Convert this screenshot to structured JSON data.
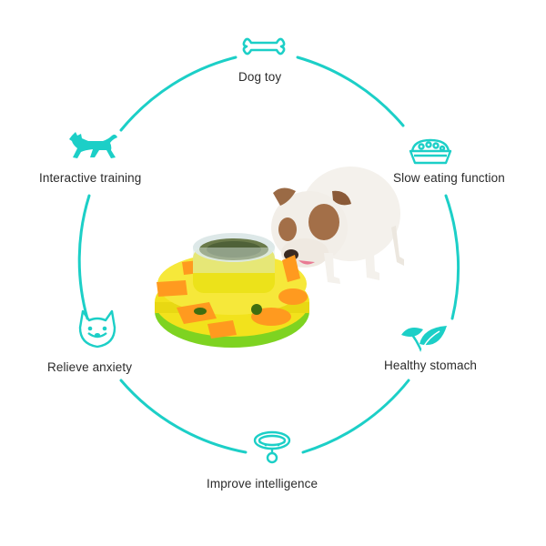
{
  "accent_color": "#1ccfc7",
  "features": {
    "top": {
      "label": "Dog toy",
      "icon": "bone-icon"
    },
    "upper_right": {
      "label": "Slow eating function",
      "icon": "food-bowl-icon"
    },
    "lower_right": {
      "label": "Healthy stomach",
      "icon": "leaves-icon"
    },
    "bottom": {
      "label": "Improve intelligence",
      "icon": "collar-icon"
    },
    "lower_left": {
      "label": "Relieve anxiety",
      "icon": "dog-face-icon"
    },
    "upper_left": {
      "label": "Interactive training",
      "icon": "running-dog-icon"
    }
  },
  "product_photo": {
    "subject": "bulldog eating from puzzle feeder",
    "colors": [
      "#f2e21c",
      "#7ed321",
      "#ff9a1f",
      "#f4f1ec",
      "#9a6a45"
    ]
  }
}
